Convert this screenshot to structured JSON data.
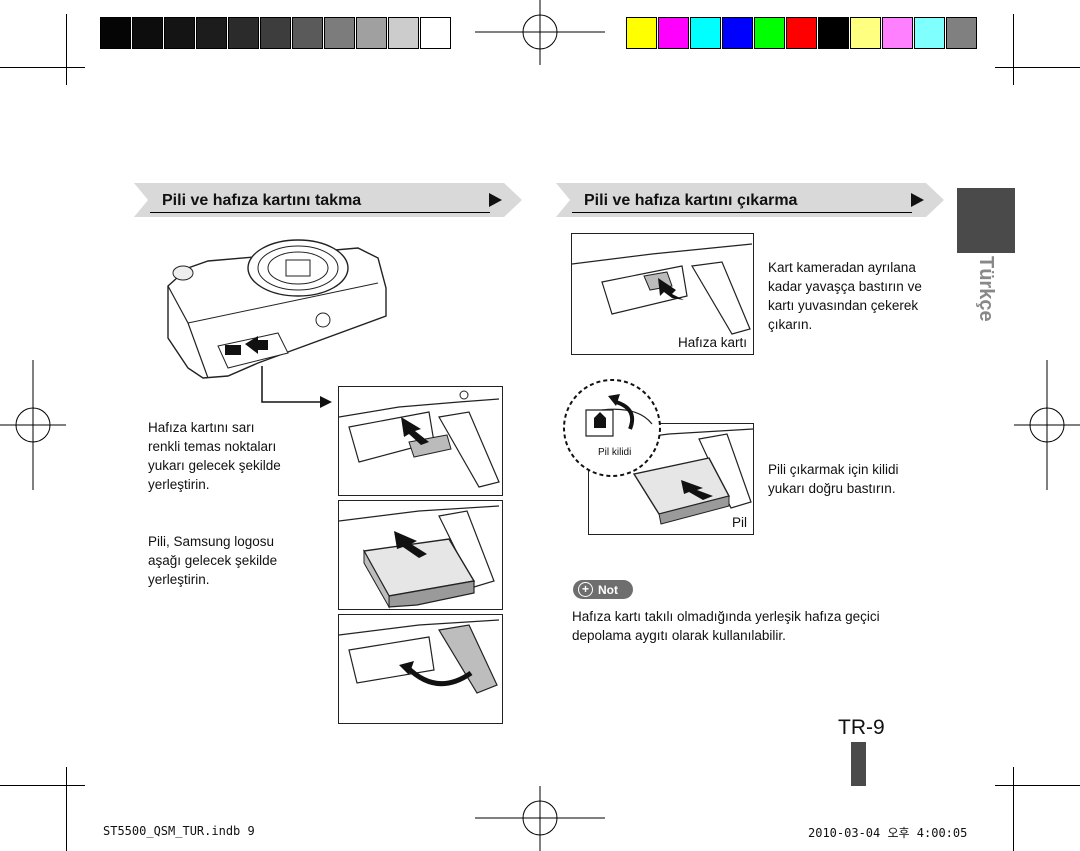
{
  "print_marks": {
    "gray_swatches": [
      "#050505",
      "#0d0d0d",
      "#141414",
      "#1c1c1c",
      "#2b2b2b",
      "#3d3d3d",
      "#5a5a5a",
      "#7c7c7c",
      "#a0a0a0",
      "#cccccc",
      "#ffffff"
    ],
    "color_swatches": [
      "#ffff00",
      "#ff00ff",
      "#00ffff",
      "#0000ff",
      "#00ff00",
      "#ff0000",
      "#000000",
      "#ffff80",
      "#ff80ff",
      "#80ffff",
      "#808080"
    ]
  },
  "sections": {
    "insert": {
      "title": "Pili ve hafıza kartını takma"
    },
    "remove": {
      "title": "Pili ve hafıza kartını çıkarma"
    }
  },
  "insert_steps": {
    "card_text": "Hafıza kartını sarı\nrenkli temas noktaları\nyukarı gelecek şekilde\nyerleştirin.",
    "battery_text": "Pili, Samsung logosu\naşağı gelecek şekilde\nyerleştirin."
  },
  "remove_steps": {
    "card_text": "Kart kameradan ayrılana\nkadar yavaşça bastırın ve\nkartı yuvasından çekerek\nçıkarın.",
    "card_caption": "Hafıza kartı",
    "battery_text": "Pili çıkarmak için kilidi\nyukarı doğru bastırın.",
    "battery_caption": "Pil",
    "lock_label": "Pil kilidi"
  },
  "note": {
    "badge": "Not",
    "text": "Hafıza kartı takılı olmadığında yerleşik hafıza geçici\ndepolama aygıtı olarak kullanılabilir."
  },
  "side_tab": {
    "label": "Türkçe"
  },
  "page_number": "TR-9",
  "footer": {
    "file": "ST5500_QSM_TUR.indb   9",
    "timestamp": "2010-03-04   오후 4:00:05"
  }
}
